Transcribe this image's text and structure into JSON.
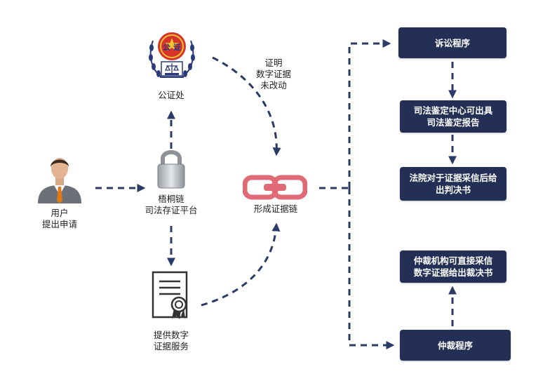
{
  "nodes": {
    "notary": {
      "label": "公证处",
      "seal_text": "公  证",
      "icon": "notary-seal-icon"
    },
    "user": {
      "label": "用户\n提出申请",
      "icon": "user-icon"
    },
    "platform": {
      "label": "梧桐链\n司法存证平台",
      "icon": "padlock-icon"
    },
    "service": {
      "label": "提供数字\n证据服务",
      "icon": "certificate-icon"
    },
    "chain": {
      "label": "形成证据链",
      "icon": "chain-link-icon"
    }
  },
  "annotations": {
    "proof": "证明\n数字证据\n未改动"
  },
  "boxes": {
    "litigation": "诉讼程序",
    "judicial_report": "司法鉴定中心可出具\n司法鉴定报告",
    "court_verdict": "法院对于证据采信后给\n出判决书",
    "arbitration_direct": "仲裁机构可直接采信\n数字证据给出裁决书",
    "arbitration": "仲裁程序"
  },
  "colors": {
    "box_bg": "#242f55",
    "arrow": "#2b3a66",
    "chain": "#e06a76"
  }
}
